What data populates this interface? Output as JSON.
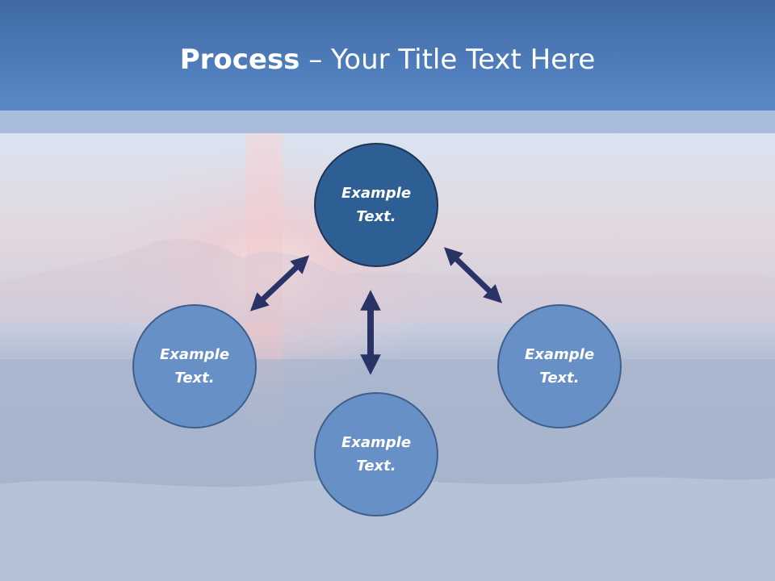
{
  "title": {
    "bold": "Process",
    "rest": " – Your Title Text Here"
  },
  "nodes": {
    "top": {
      "line1": "Example",
      "line2": "Text."
    },
    "left": {
      "line1": "Example",
      "line2": "Text."
    },
    "right": {
      "line1": "Example",
      "line2": "Text."
    },
    "bottom": {
      "line1": "Example",
      "line2": "Text."
    }
  },
  "colors": {
    "header": "#4f7dbb",
    "center_node": "#2e5f94",
    "outer_node": "#6690c6",
    "arrow": "#2a3366"
  }
}
